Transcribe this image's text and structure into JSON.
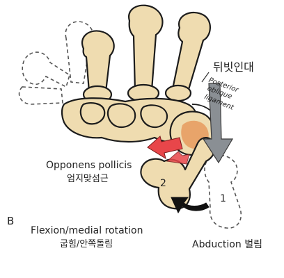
{
  "panel_label": "B",
  "labels": {
    "ligament_ko": "뒤빗인대",
    "ligament_line1": "Posterior",
    "ligament_line2": "oblique",
    "ligament_line3": "ligament",
    "opponens_en": "Opponens pollicis",
    "opponens_ko": "엄지맞섬근",
    "flexion_en": "Flexion/medial rotation",
    "flexion_ko": "굽힘/안쪽돌림",
    "abduction": "Abduction 벌림",
    "position_1": "1",
    "position_2": "2"
  },
  "colors": {
    "bone": "#efdcb0",
    "outline": "#1c1c1c",
    "joint_highlight": "#e8a46a",
    "red_arrow": "#e8464a",
    "gray_arrow": "#8a8f94",
    "black_arrow": "#111111"
  }
}
